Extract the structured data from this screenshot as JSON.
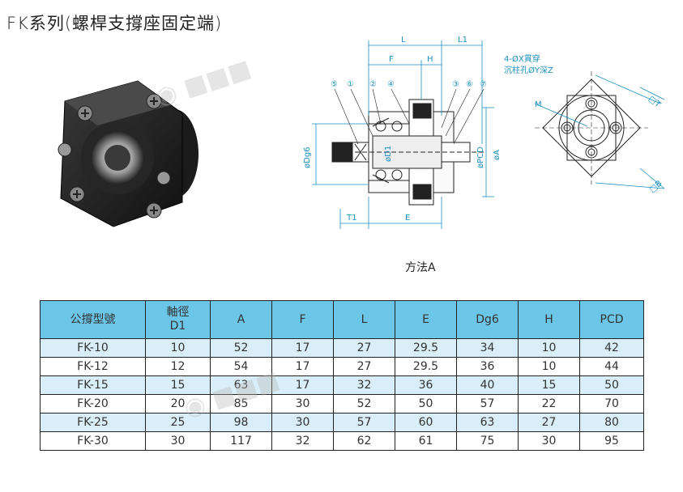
{
  "title": "FK系列(螺桿支撐座固定端)",
  "photo": {
    "icon": "bearing-support-unit-photo"
  },
  "drawing": {
    "labels": {
      "L": "L",
      "L1": "L1",
      "F": "F",
      "H": "H",
      "T1": "T1",
      "E": "E",
      "Dg6": "øDg6",
      "D1": "øD1",
      "PCD": "øPCD",
      "A": "øA",
      "hole_note_1": "4-ØX貫穿",
      "hole_note_2": "沉柱孔ØY深Z",
      "M": "M",
      "T": "□T",
      "B": "□B",
      "parts": [
        "⑤",
        "①",
        "②",
        "④",
        "③",
        "⑥",
        "⑦"
      ]
    }
  },
  "caption": "方法A",
  "table": {
    "headers": [
      "公撐型號",
      "軸徑\nD1",
      "A",
      "F",
      "L",
      "E",
      "Dg6",
      "H",
      "PCD"
    ],
    "rows": [
      [
        "FK-10",
        "10",
        "52",
        "17",
        "27",
        "29.5",
        "34",
        "10",
        "42"
      ],
      [
        "FK-12",
        "12",
        "54",
        "17",
        "27",
        "29.5",
        "36",
        "10",
        "44"
      ],
      [
        "FK-15",
        "15",
        "63",
        "17",
        "32",
        "36",
        "40",
        "15",
        "50"
      ],
      [
        "FK-20",
        "20",
        "85",
        "30",
        "52",
        "50",
        "57",
        "22",
        "70"
      ],
      [
        "FK-25",
        "25",
        "98",
        "30",
        "57",
        "60",
        "63",
        "27",
        "80"
      ],
      [
        "FK-30",
        "30",
        "117",
        "32",
        "62",
        "61",
        "75",
        "30",
        "95"
      ]
    ]
  },
  "colors": {
    "header_bg": "#6cc6e8",
    "alt_row_bg": "#d9eef8",
    "dimension_line": "#1a8fc0"
  }
}
